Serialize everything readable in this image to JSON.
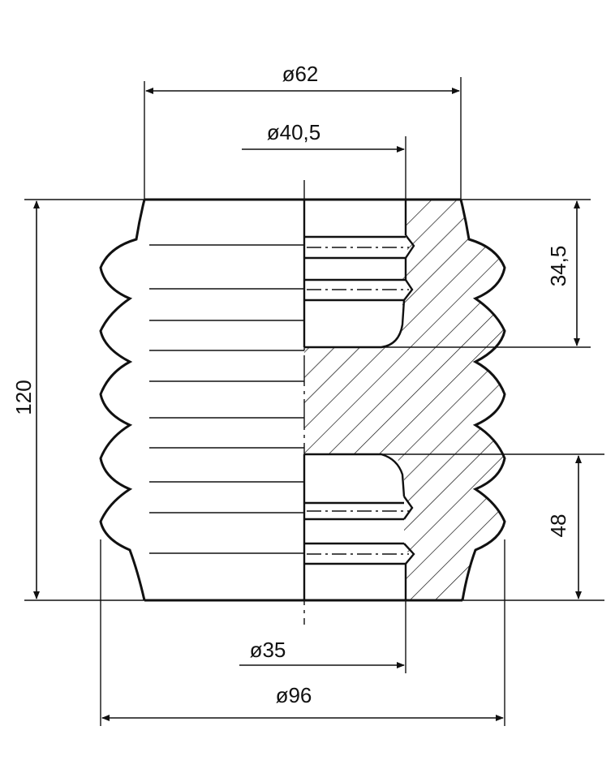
{
  "dimensions": {
    "outer_top_diameter": "ø62",
    "thread_top_diameter": "ø40,5",
    "thread_bottom_diameter": "ø35",
    "max_diameter": "ø96",
    "total_height": "120",
    "upper_thread_depth": "34,5",
    "lower_thread_depth": "48"
  },
  "colors": {
    "line": "#111111",
    "background": "#ffffff"
  }
}
